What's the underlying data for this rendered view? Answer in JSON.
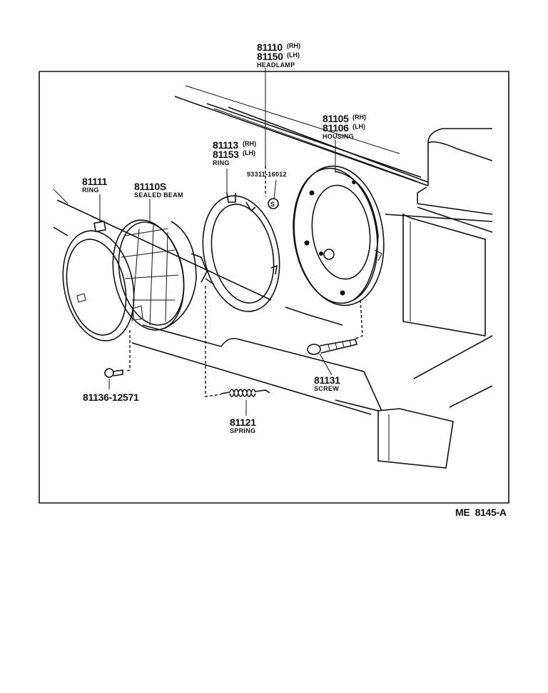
{
  "headlamp": {
    "num_rh": "81110",
    "suffix_rh": "(RH)",
    "num_lh": "81150",
    "suffix_lh": "(LH)",
    "name": "HEADLAMP"
  },
  "housing": {
    "num_rh": "81105",
    "suffix_rh": "(RH)",
    "num_lh": "81106",
    "suffix_lh": "(LH)",
    "name": "HOUSING"
  },
  "ring_inner": {
    "num_rh": "81113",
    "suffix_rh": "(RH)",
    "num_lh": "81153",
    "suffix_lh": "(LH)",
    "name": "RING"
  },
  "clip": {
    "num": "93311-16012",
    "symbol": "S"
  },
  "ring_outer": {
    "num": "81111",
    "name": "RING"
  },
  "sealed_beam": {
    "num": "81110S",
    "name": "SEALED BEAM"
  },
  "small_screw": {
    "num": "81136-12571"
  },
  "screw": {
    "num": "81131",
    "name": "SCREW"
  },
  "spring": {
    "num": "81121",
    "name": "SPRING"
  },
  "diagram_code": "ME  8145-A"
}
